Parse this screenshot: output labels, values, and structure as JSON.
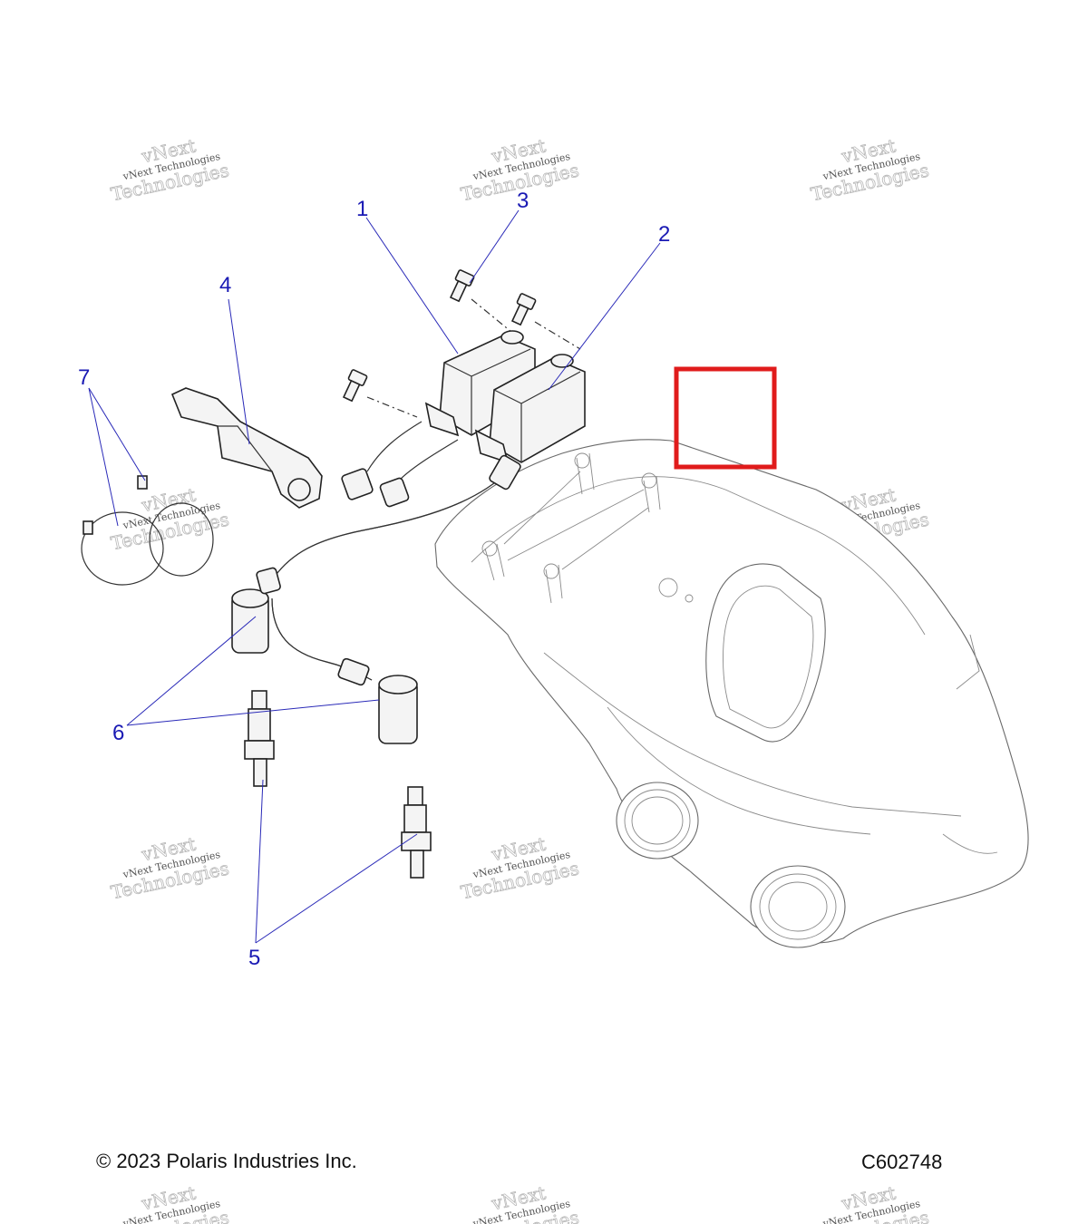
{
  "diagram": {
    "callouts": [
      "1",
      "2",
      "3",
      "4",
      "5",
      "6",
      "7"
    ],
    "highlight_color": "#e01b1b",
    "callout_color": "#1a1ab4"
  },
  "watermark": {
    "line1": "vNext Technologies",
    "line2": "vNext",
    "line3": "Technologies"
  },
  "footer": {
    "copyright": "© 2023 Polaris Industries Inc.",
    "figure_code": "C602748"
  }
}
